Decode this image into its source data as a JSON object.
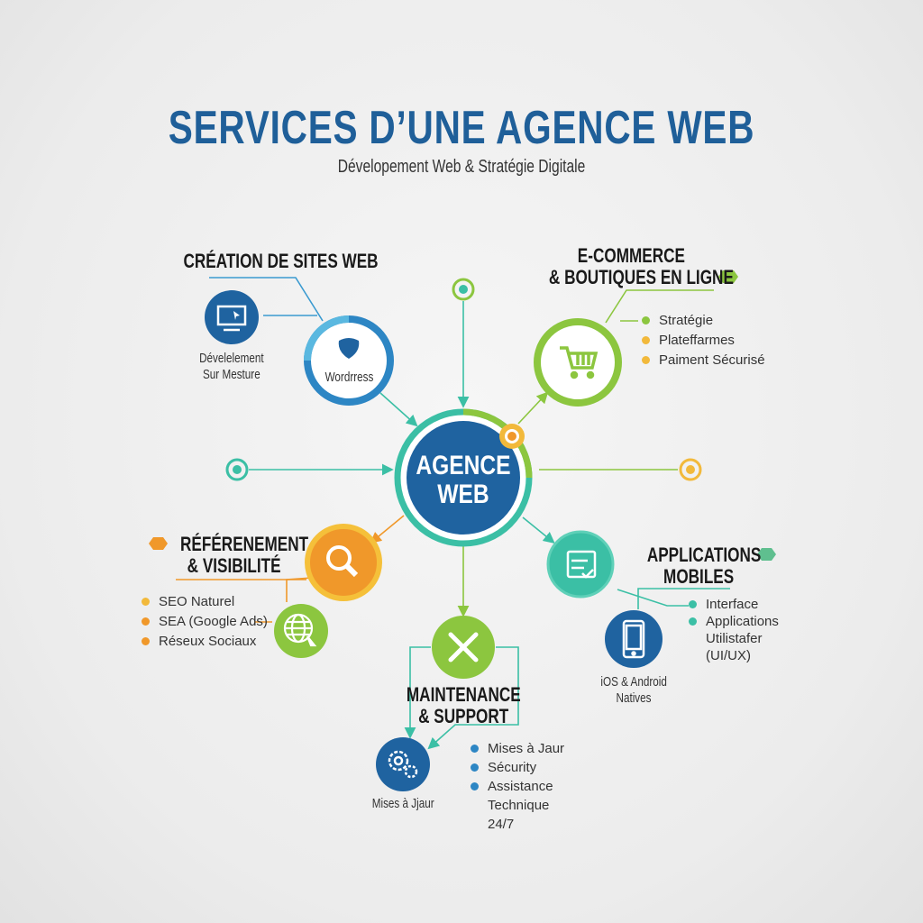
{
  "title": "SERVICES D’UNE AGENCE WEB",
  "subtitle": "Dévelopement Web & Stratégie Digitale",
  "center": {
    "line1": "AGENCE",
    "line2": "WEB"
  },
  "colors": {
    "blue": "#1f63a0",
    "teal": "#3bbfa5",
    "green": "#8cc63f",
    "orange": "#f0982a",
    "yellow": "#f2b93b"
  },
  "creation": {
    "heading": "CRÉATION DE SITES WEB",
    "wordpress_label": "Wordrress",
    "custom_label_1": "Dévelelement",
    "custom_label_2": "Sur Mesture",
    "icons": [
      "monitor-icon",
      "wordpress-icon"
    ]
  },
  "ecommerce": {
    "heading_1": "E-COMMERCE",
    "heading_2": "& BOUTIQUES EN LIGNE",
    "items": [
      "Stratégie",
      "Plateffarmes",
      "Paiment Sécurisé"
    ],
    "icons": [
      "cart-icon"
    ]
  },
  "seo": {
    "heading_1": "RÉFÉRENEMENT",
    "heading_2": "& VISIBILITÉ",
    "items": [
      "SEO Naturel",
      "SEA (Google Ads)",
      "Réseux Sociaux"
    ],
    "icons": [
      "search-icon",
      "globe-icon"
    ]
  },
  "mobile": {
    "heading_1": "APPLICATIONS",
    "heading_2": "MOBILES",
    "items": [
      "Interface",
      "Applications Utilistafer (UI/UX)"
    ],
    "phone_label_1": "iOS & Android",
    "phone_label_2": "Natives",
    "icons": [
      "app-icon",
      "phone-icon"
    ]
  },
  "maintenance": {
    "heading_1": "MAINTENANCE",
    "heading_2": "& SUPPORT",
    "items": [
      "Mises à Jaur",
      "Sécurity",
      "Assistance Technique 24/7"
    ],
    "gear_label": "Mises à Jjaur",
    "icons": [
      "wrench-icon",
      "gears-icon"
    ]
  }
}
